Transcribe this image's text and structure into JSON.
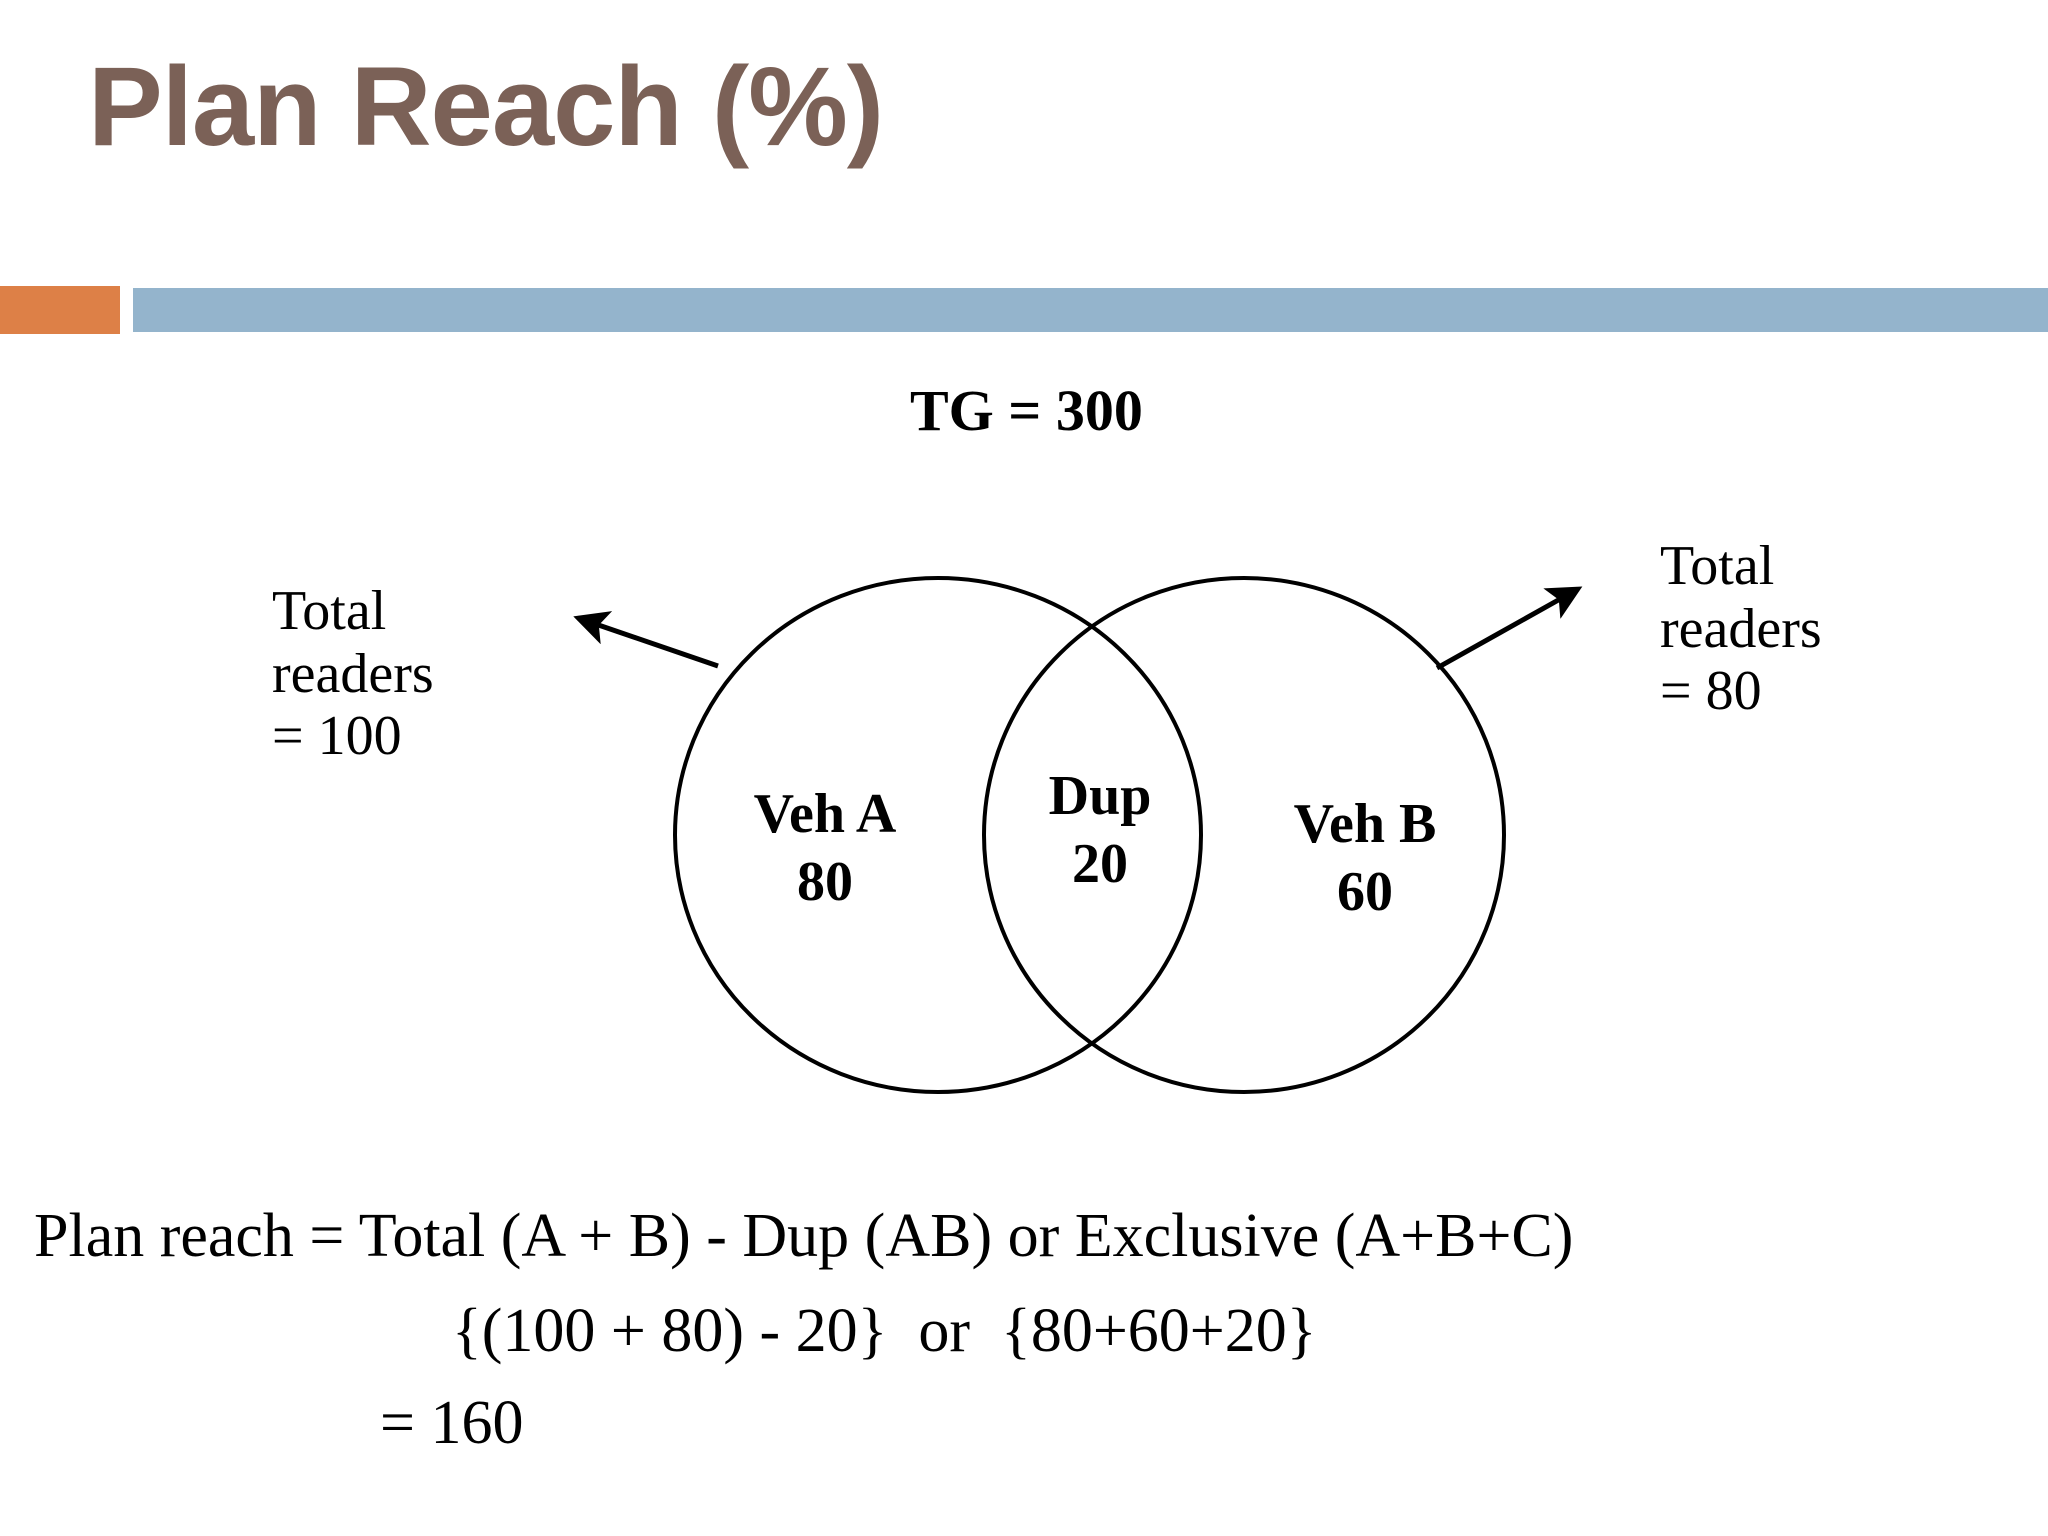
{
  "slide": {
    "title": "Plan Reach (%)",
    "title_color": "#7b6157",
    "background": "#ffffff"
  },
  "divider": {
    "accent_color": "#dd8047",
    "bar_color": "#94b4cc"
  },
  "diagram": {
    "type": "venn",
    "population_label": "TG = 300",
    "left_annotation": "Total\nreaders\n= 100",
    "right_annotation": "Total\nreaders\n= 80",
    "left_circle": {
      "name": "Veh A",
      "value": "80",
      "label": "Veh A\n80"
    },
    "overlap": {
      "name": "Dup",
      "value": "20",
      "label": "Dup\n20"
    },
    "right_circle": {
      "name": "Veh B",
      "value": "60",
      "label": "Veh B\n60"
    },
    "stroke_color": "#000000"
  },
  "formula": {
    "line1": "Plan reach = Total (A + B) - Dup (AB) or Exclusive (A+B+C)",
    "line2": "{(100 + 80) - 20}  or  {80+60+20}",
    "line3": "= 160"
  },
  "chart_data": {
    "type": "venn",
    "title": "Plan Reach (%)",
    "total_universe": 300,
    "universe_label": "TG = 300",
    "sets": [
      {
        "name": "Veh A",
        "exclusive": 80,
        "total_readers": 100,
        "annotation": "Total readers = 100"
      },
      {
        "name": "Veh B",
        "exclusive": 60,
        "total_readers": 80,
        "annotation": "Total readers = 80"
      }
    ],
    "intersection": {
      "name": "Dup",
      "value": 20
    },
    "computation": {
      "expression_a": "{(100 + 80) - 20}",
      "expression_b": "{80+60+20}",
      "result": 160
    }
  }
}
